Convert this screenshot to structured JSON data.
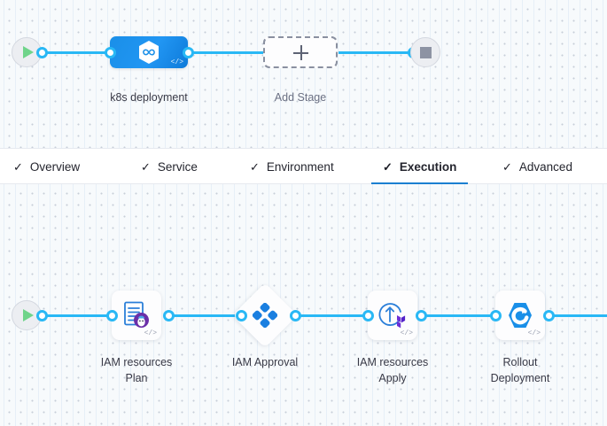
{
  "stage_canvas": {
    "start_node": {
      "name": "pipeline-start",
      "icon": "play-icon"
    },
    "end_node": {
      "name": "pipeline-end",
      "icon": "stop-icon"
    },
    "stages": [
      {
        "label": "k8s deployment",
        "icon": "kubernetes-helm-icon",
        "code_badge": "</>",
        "selected": true
      },
      {
        "label": "Add Stage",
        "icon": "plus-icon",
        "selected": false
      }
    ]
  },
  "tabs": {
    "check_glyph": "✓",
    "items": [
      {
        "label": "Overview",
        "active": false,
        "checked": true
      },
      {
        "label": "Service",
        "active": false,
        "checked": true
      },
      {
        "label": "Environment",
        "active": false,
        "checked": true
      },
      {
        "label": "Execution",
        "active": true,
        "checked": true
      },
      {
        "label": "Advanced",
        "active": false,
        "checked": true
      }
    ]
  },
  "execution_canvas": {
    "start_node": {
      "name": "execution-start",
      "icon": "play-icon"
    },
    "steps": [
      {
        "label": "IAM resources\nPlan",
        "icon": "terraform-plan-icon",
        "shape": "card",
        "code_badge": "</>"
      },
      {
        "label": "IAM Approval",
        "icon": "harness-approval-icon",
        "shape": "diamond",
        "code_badge": ""
      },
      {
        "label": "IAM resources\nApply",
        "icon": "terraform-apply-icon",
        "shape": "card",
        "code_badge": "</>"
      },
      {
        "label": "Rollout\nDeployment",
        "icon": "argo-rollout-icon",
        "shape": "card",
        "code_badge": "</>"
      }
    ]
  },
  "colors": {
    "wire": "#29b8f5",
    "accent": "#1b7fd1",
    "stage_gradient_start": "#1a8fe8",
    "stage_gradient_end": "#0e7ad9",
    "canvas_bg": "#f7fafc",
    "terraform_purple": "#7b42bc",
    "play_green": "#6fd48a",
    "stop_gray": "#8d93a3"
  }
}
